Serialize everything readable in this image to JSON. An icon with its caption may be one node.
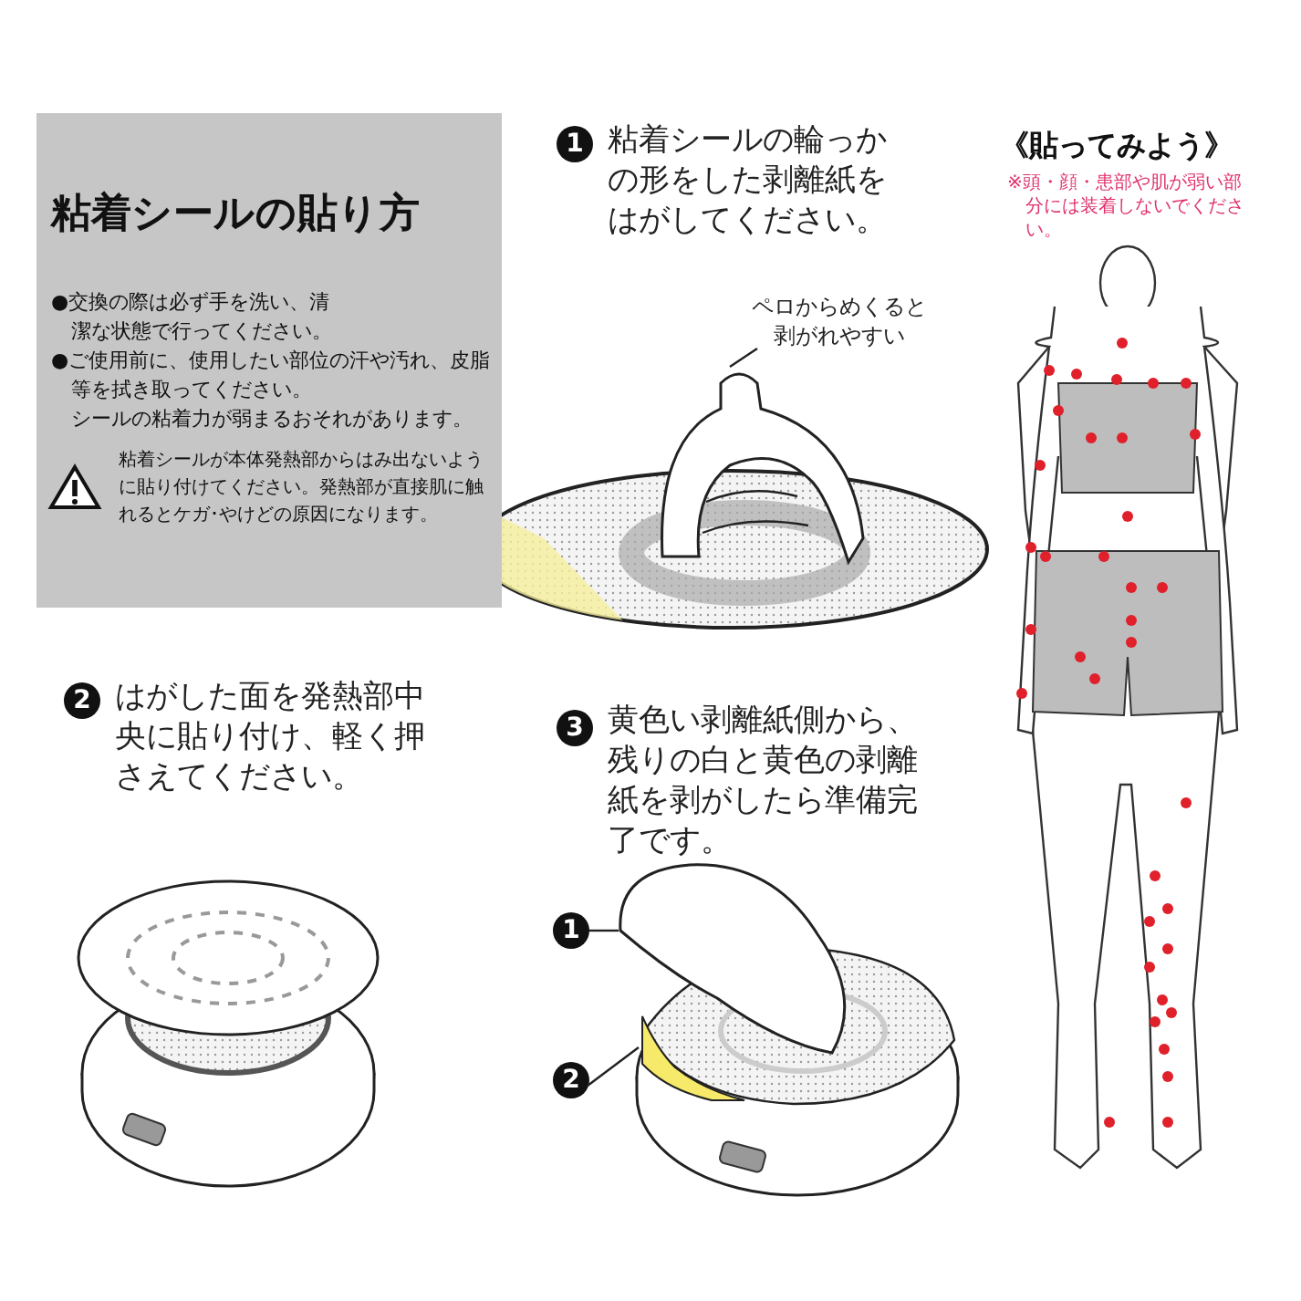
{
  "diagram": {
    "title": "粘着シールの貼り方",
    "nodes": [
      {
        "text": [
          "●交換の際は必ず手を洗い、清潔な状態で行ってください。",
          "●ご使用前に、使用したい部位の汗や汚れ、皮脂等を拭き取ってください。",
          "シールの粘着力が弱まるおそれがあります。",
          "粘着シールが本体発熱部からはみ出ないように貼り付けてください。発熱部が直接肌に触れるとケガ･やけどの原因になります。"
        ]
      },
      {
        "text": [
          "1"
        ]
      },
      {
        "text": [
          "ペロからめくると剥がれやすい"
        ]
      },
      {
        "text": [],
        "shape": "picture"
      },
      {
        "text": [
          "2"
        ]
      },
      {
        "text": [
          "3"
        ]
      },
      {
        "text": [
          "1"
        ]
      },
      {
        "text": [],
        "shape": "picture"
      },
      {
        "text": [
          "2"
        ]
      },
      {
        "text": [],
        "shape": "picture"
      }
    ],
    "edges": [
      {
        "from": 2,
        "to": 3,
        "arrow": "none"
      },
      {
        "from": 6,
        "to": 7,
        "arrow": "none"
      },
      {
        "from": 8,
        "to": 9,
        "arrow": "none"
      }
    ],
    "labels": [
      "粘着シールの輪っかの形をした剥離紙をはがしてください。",
      "はがした面を発熱部中央に貼り付け、軽く押さえてください。",
      "黄色い剥離紙側から、残りの白と黄色の剥離紙を剥がしたら準備完了です。",
      "《貼ってみよう》",
      "※頭・顔・患部や肌が弱い部分には装着しないでください。"
    ]
  }
}
